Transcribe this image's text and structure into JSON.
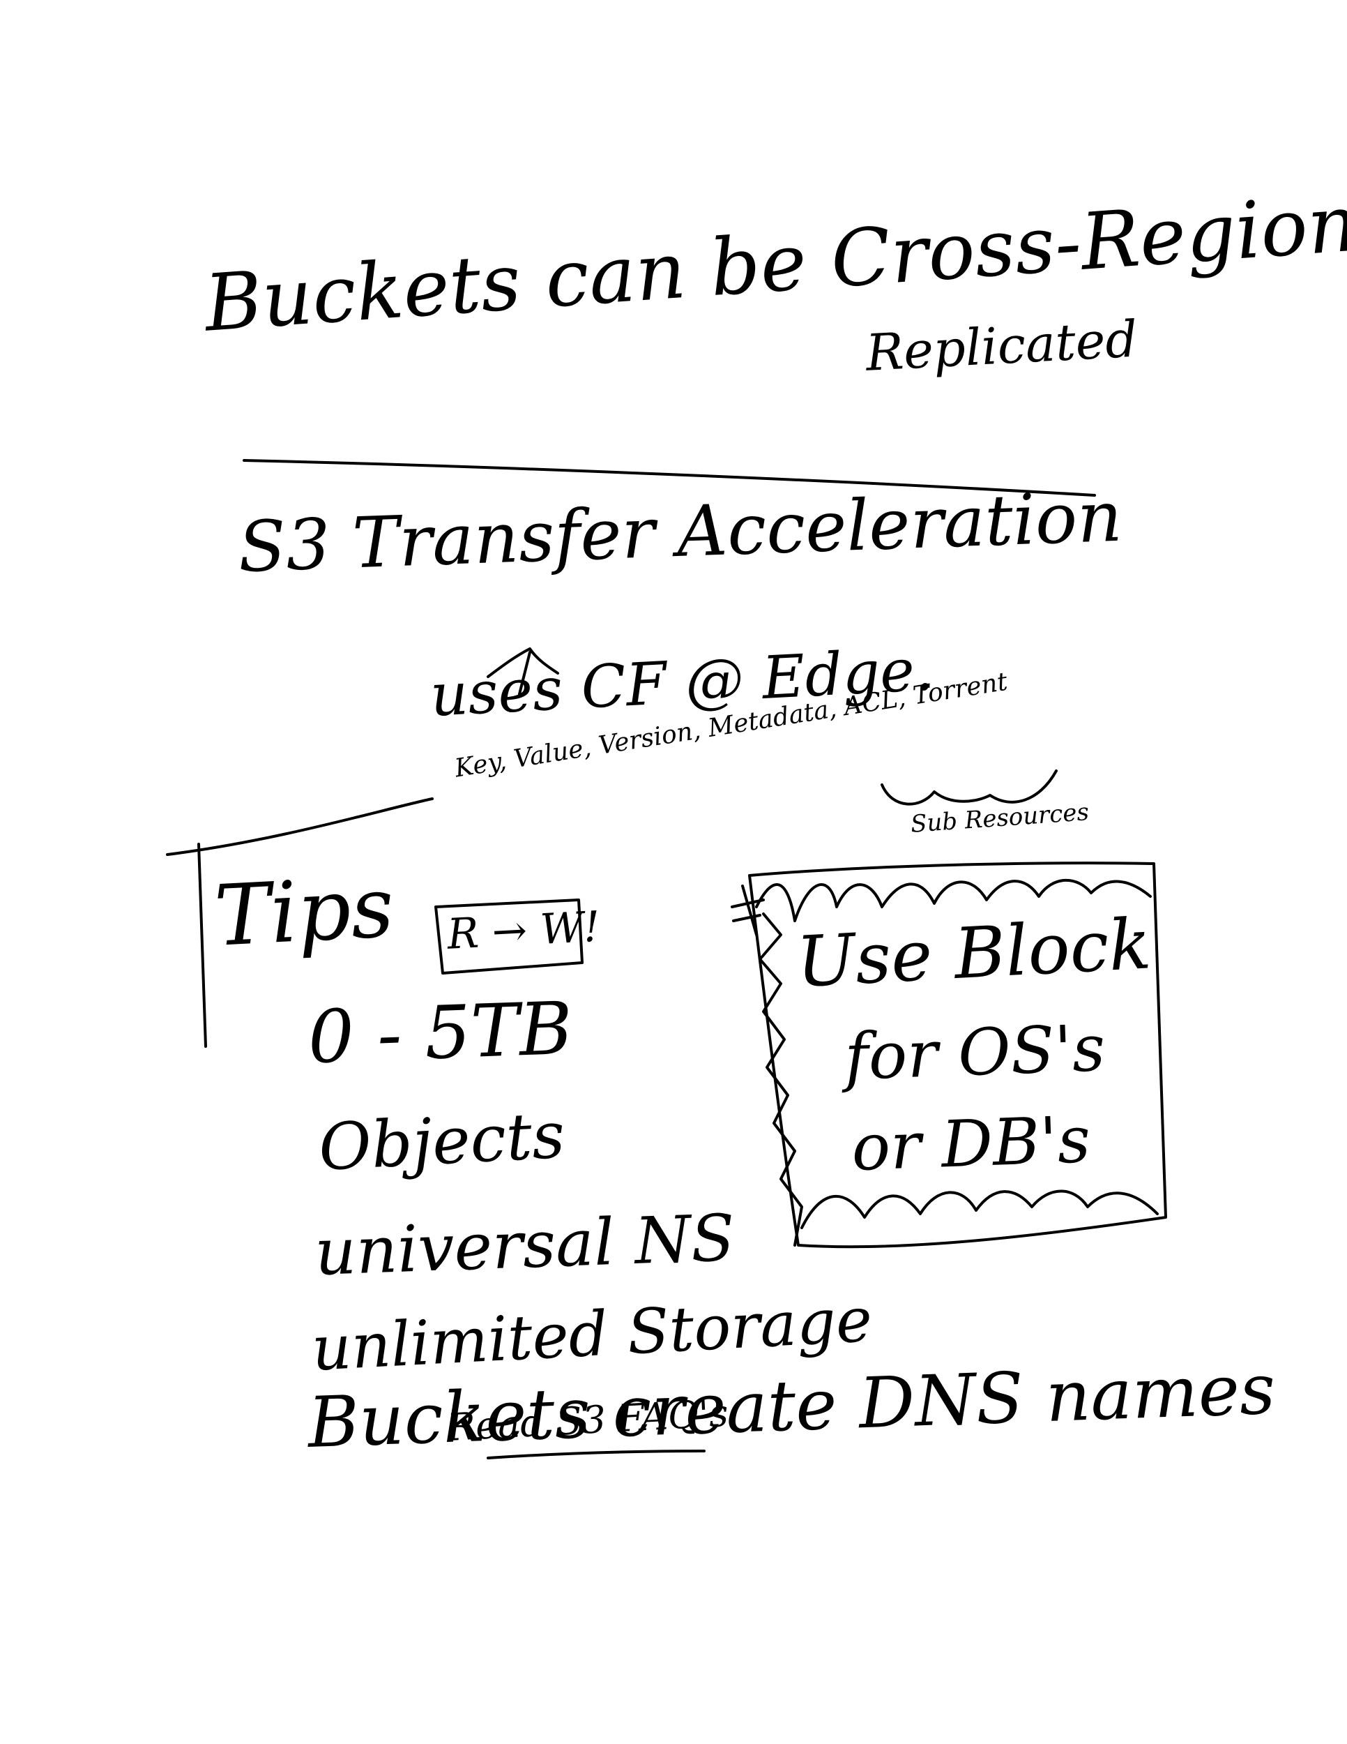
{
  "note": {
    "title_line1": "Buckets can be Cross-Region",
    "title_line2": "Replicated",
    "heading": "S3 Transfer Acceleration",
    "uses_note": "uses CF @ Edge.",
    "attributes": "Key, Value, Version, Metadata, ACL, Torrent",
    "subresources": "Sub Resources",
    "tips_label": "Tips",
    "rw_badge": "R → W!",
    "box_line1": "Use Block",
    "box_line2": "for OS's",
    "box_line3": "or DB's",
    "list": [
      "0 - 5TB",
      "Objects",
      "universal NS",
      "unlimited Storage",
      "Buckets create DNS names"
    ],
    "footer": "Read S3 FAQ's"
  }
}
